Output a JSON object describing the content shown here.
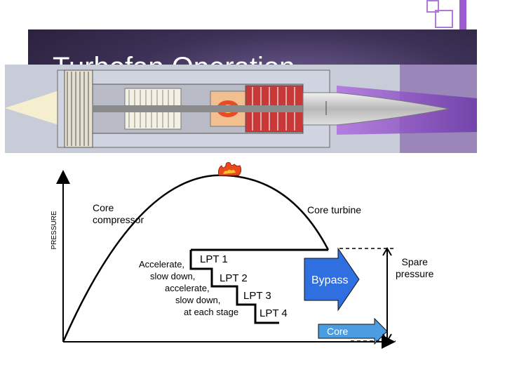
{
  "slide": {
    "title": "Turbofan Operation",
    "colors": {
      "accent": "#a05ad0",
      "title_band": "#3d3156",
      "bypass_arrow": "#2f6fe0",
      "core_arrow": "#4a9de0"
    }
  },
  "diagram": {
    "y_axis_label": "PRESSURE",
    "labels": {
      "core_compressor": "Core\ncompressor",
      "core_turbine": "Core turbine",
      "spare_pressure": "Spare\npressure",
      "lpt_text_1": "Accelerate,",
      "lpt_text_2": "slow down,",
      "lpt_text_3": "accelerate,",
      "lpt_text_4": "slow down,",
      "lpt_text_5": "at each stage",
      "lpt1": "LPT 1",
      "lpt2": "LPT 2",
      "lpt3": "LPT 3",
      "lpt4": "LPT 4",
      "bypass": "Bypass",
      "core": "Core"
    },
    "icons": [
      "combustion-flame-icon",
      "turbofan-engine-illustration"
    ]
  }
}
